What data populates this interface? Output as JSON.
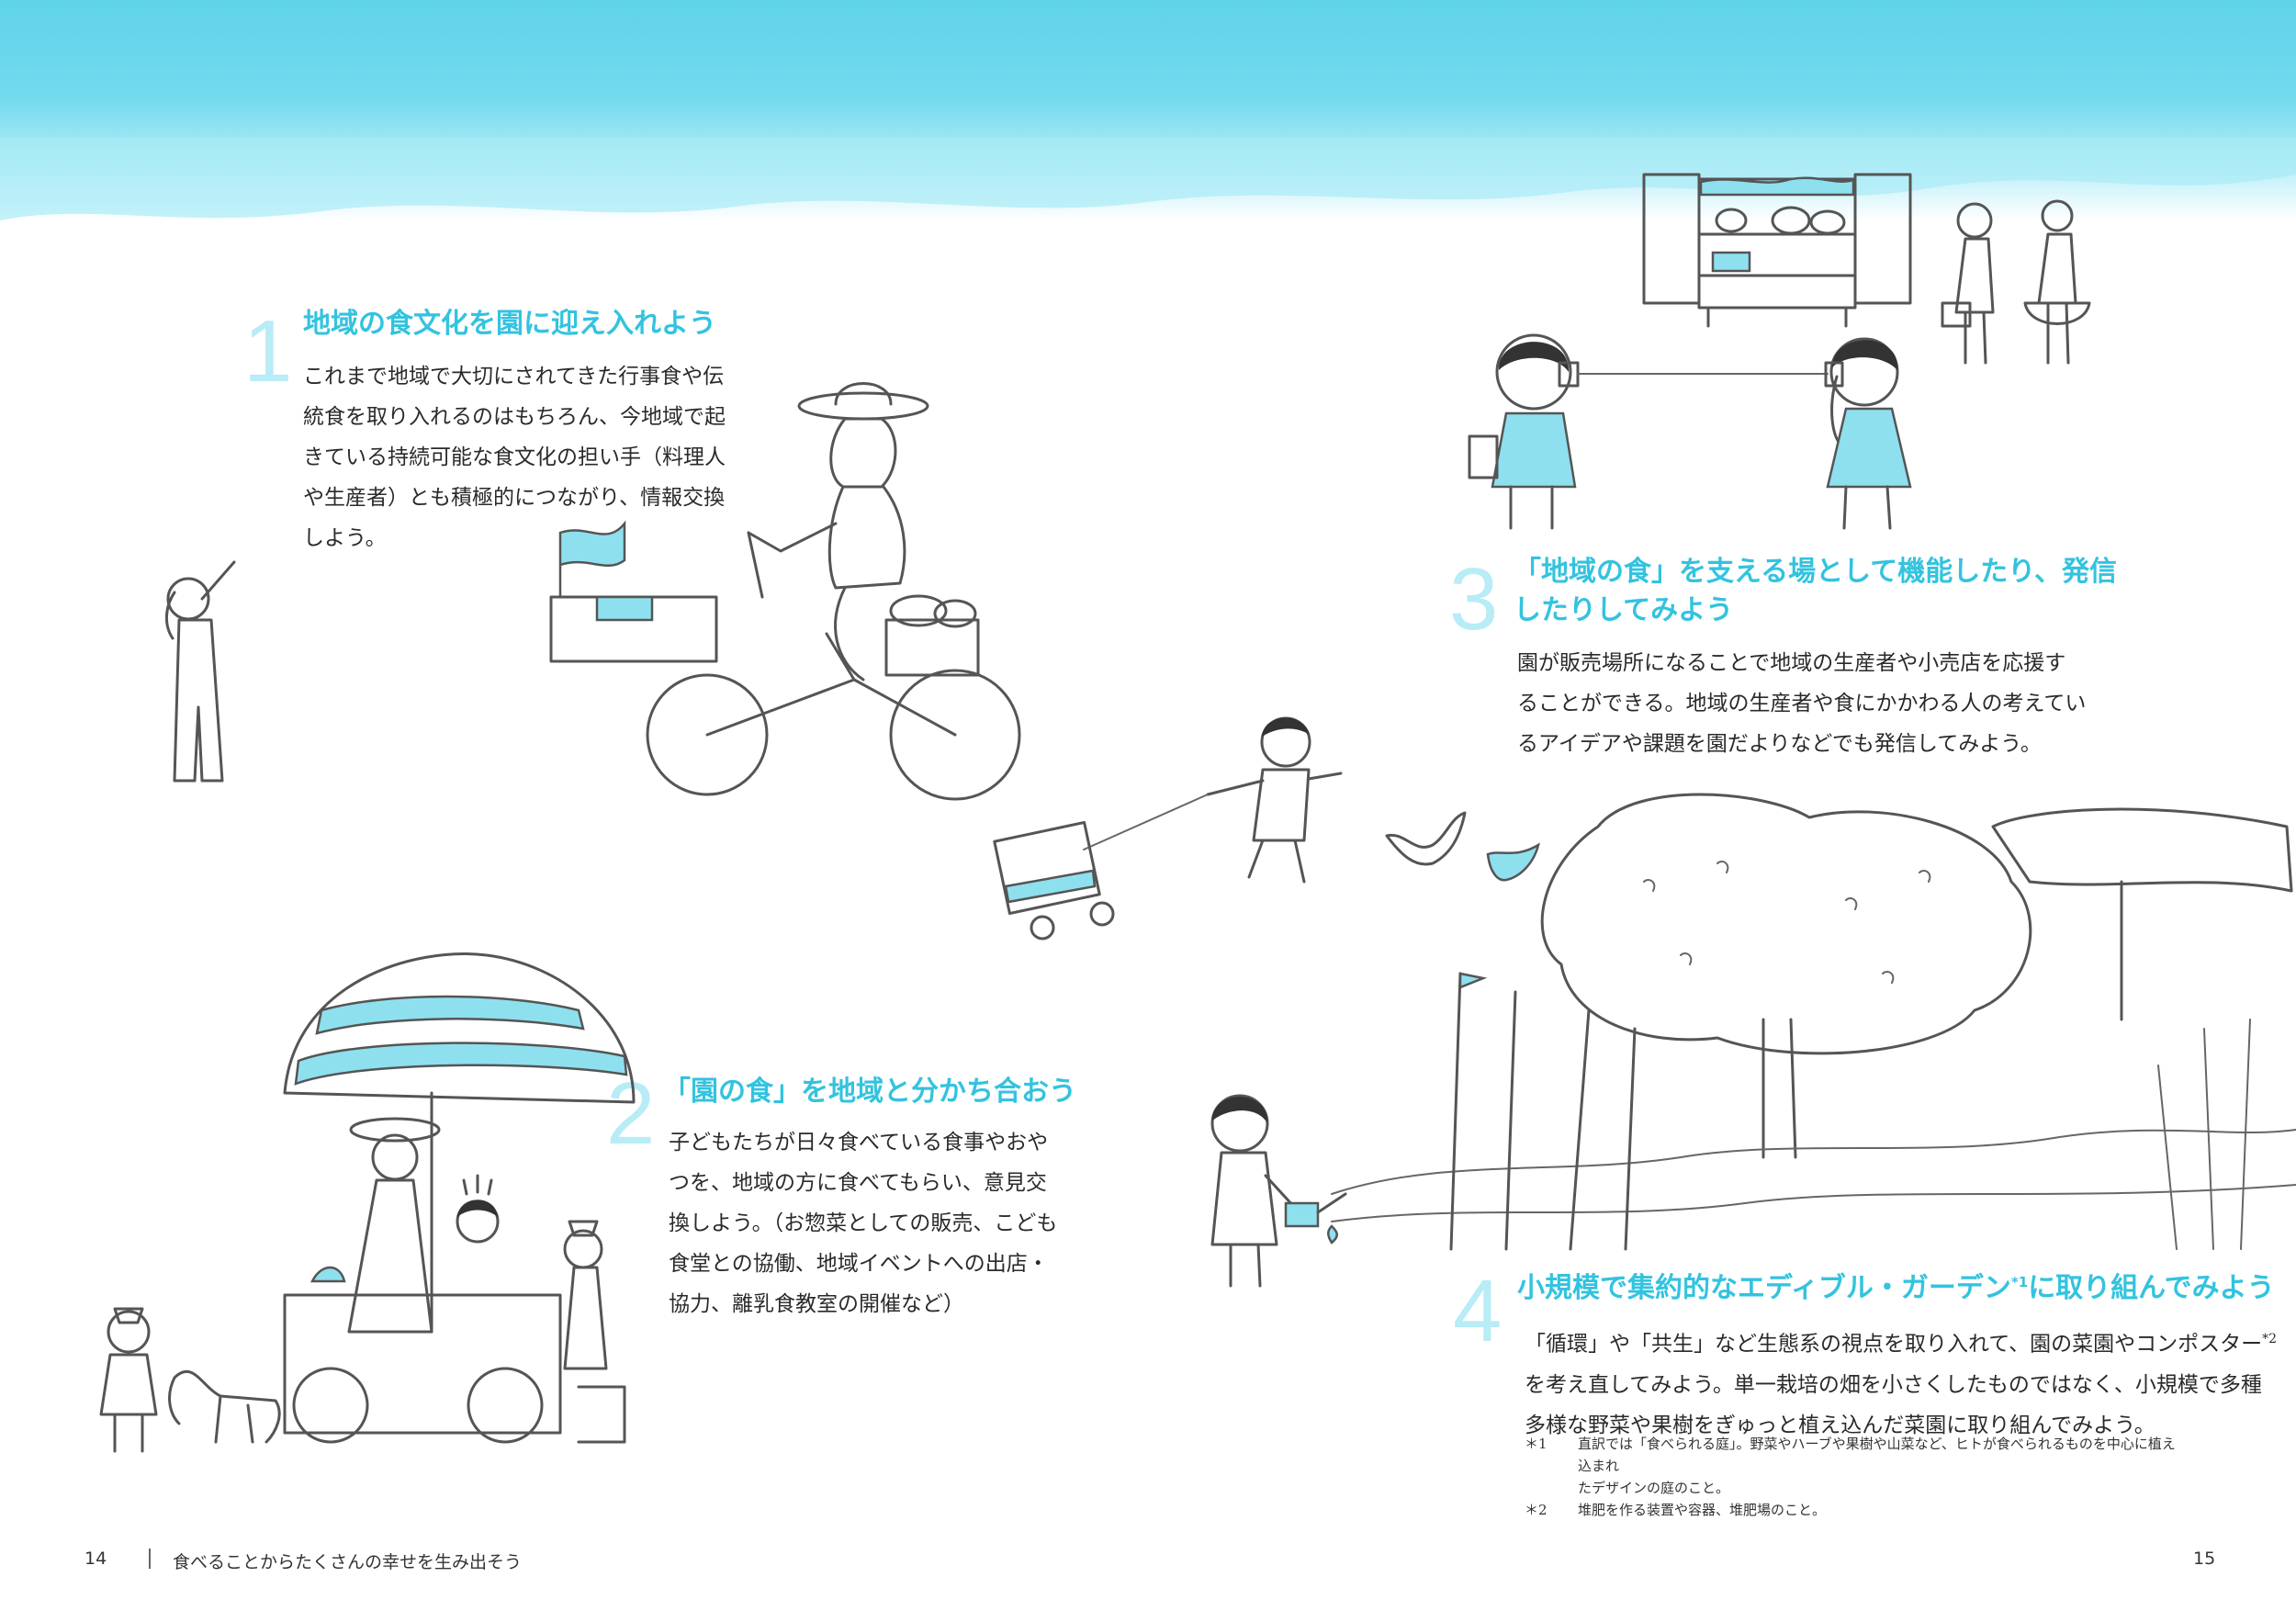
{
  "sections": [
    {
      "number": "1",
      "heading": "地域の食文化を園に迎え入れよう",
      "body_lines": [
        "これまで地域で大切にされてきた行事食や伝",
        "統食を取り入れるのはもちろん、今地域で起",
        "きている持続可能な食文化の担い手（料理人",
        "や生産者）とも積極的につながり、情報交換",
        "しよう。"
      ]
    },
    {
      "number": "2",
      "heading": "「園の食」を地域と分かち合おう",
      "body_lines": [
        "子どもたちが日々食べている食事やおや",
        "つを、地域の方に食べてもらい、意見交",
        "換しよう。（お惣菜としての販売、こども",
        "食堂との協働、地域イベントへの出店・",
        "協力、離乳食教室の開催など）"
      ]
    },
    {
      "number": "3",
      "heading_lines": [
        "「地域の食」を支える場として機能したり、発信",
        "したりしてみよう"
      ],
      "body_lines": [
        "園が販売場所になることで地域の生産者や小売店を応援す",
        "ることができる。地域の生産者や食にかかわる人の考えてい",
        "るアイデアや課題を園だよりなどでも発信してみよう。"
      ]
    },
    {
      "number": "4",
      "heading": "小規模で集約的なエディブル・ガーデン",
      "heading_sup": "*1",
      "heading_tail": "に取り組んでみよう",
      "body_line1": "「循環」や「共生」など生態系の視点を取り入れて、園の菜園やコンポスター",
      "body_line1_sup": "*2",
      "body_lines_rest": [
        "を考え直してみよう。単一栽培の畑を小さくしたものではなく、小規模で多種",
        "多様な野菜や果樹をぎゅっと植え込んだ菜園に取り組んでみよう。"
      ],
      "notes": [
        {
          "mark": "＊1",
          "lines": [
            "直訳では「食べられる庭」。野菜やハーブや果樹や山菜など、ヒトが食べられるものを中心に植え込まれ",
            "たデザインの庭のこと。"
          ]
        },
        {
          "mark": "＊2",
          "lines": [
            "堆肥を作る装置や容器、堆肥場のこと。"
          ]
        }
      ]
    }
  ],
  "footer": {
    "left_page": "14",
    "chapter": "食べることからたくさんの幸せを生み出そう",
    "right_page": "15"
  },
  "colors": {
    "accent": "#33c3df",
    "number": "#b8ecf6",
    "sky": "#5fd3ea",
    "fill": "#8ee0ef"
  },
  "illustrations": [
    "child-waving",
    "cargo-bicycle-vendor",
    "parasol-food-cart",
    "food-shelf-cabinet",
    "tin-can-phone-children",
    "child-with-wagon",
    "birds",
    "tree-garden",
    "child-watering-plants"
  ]
}
